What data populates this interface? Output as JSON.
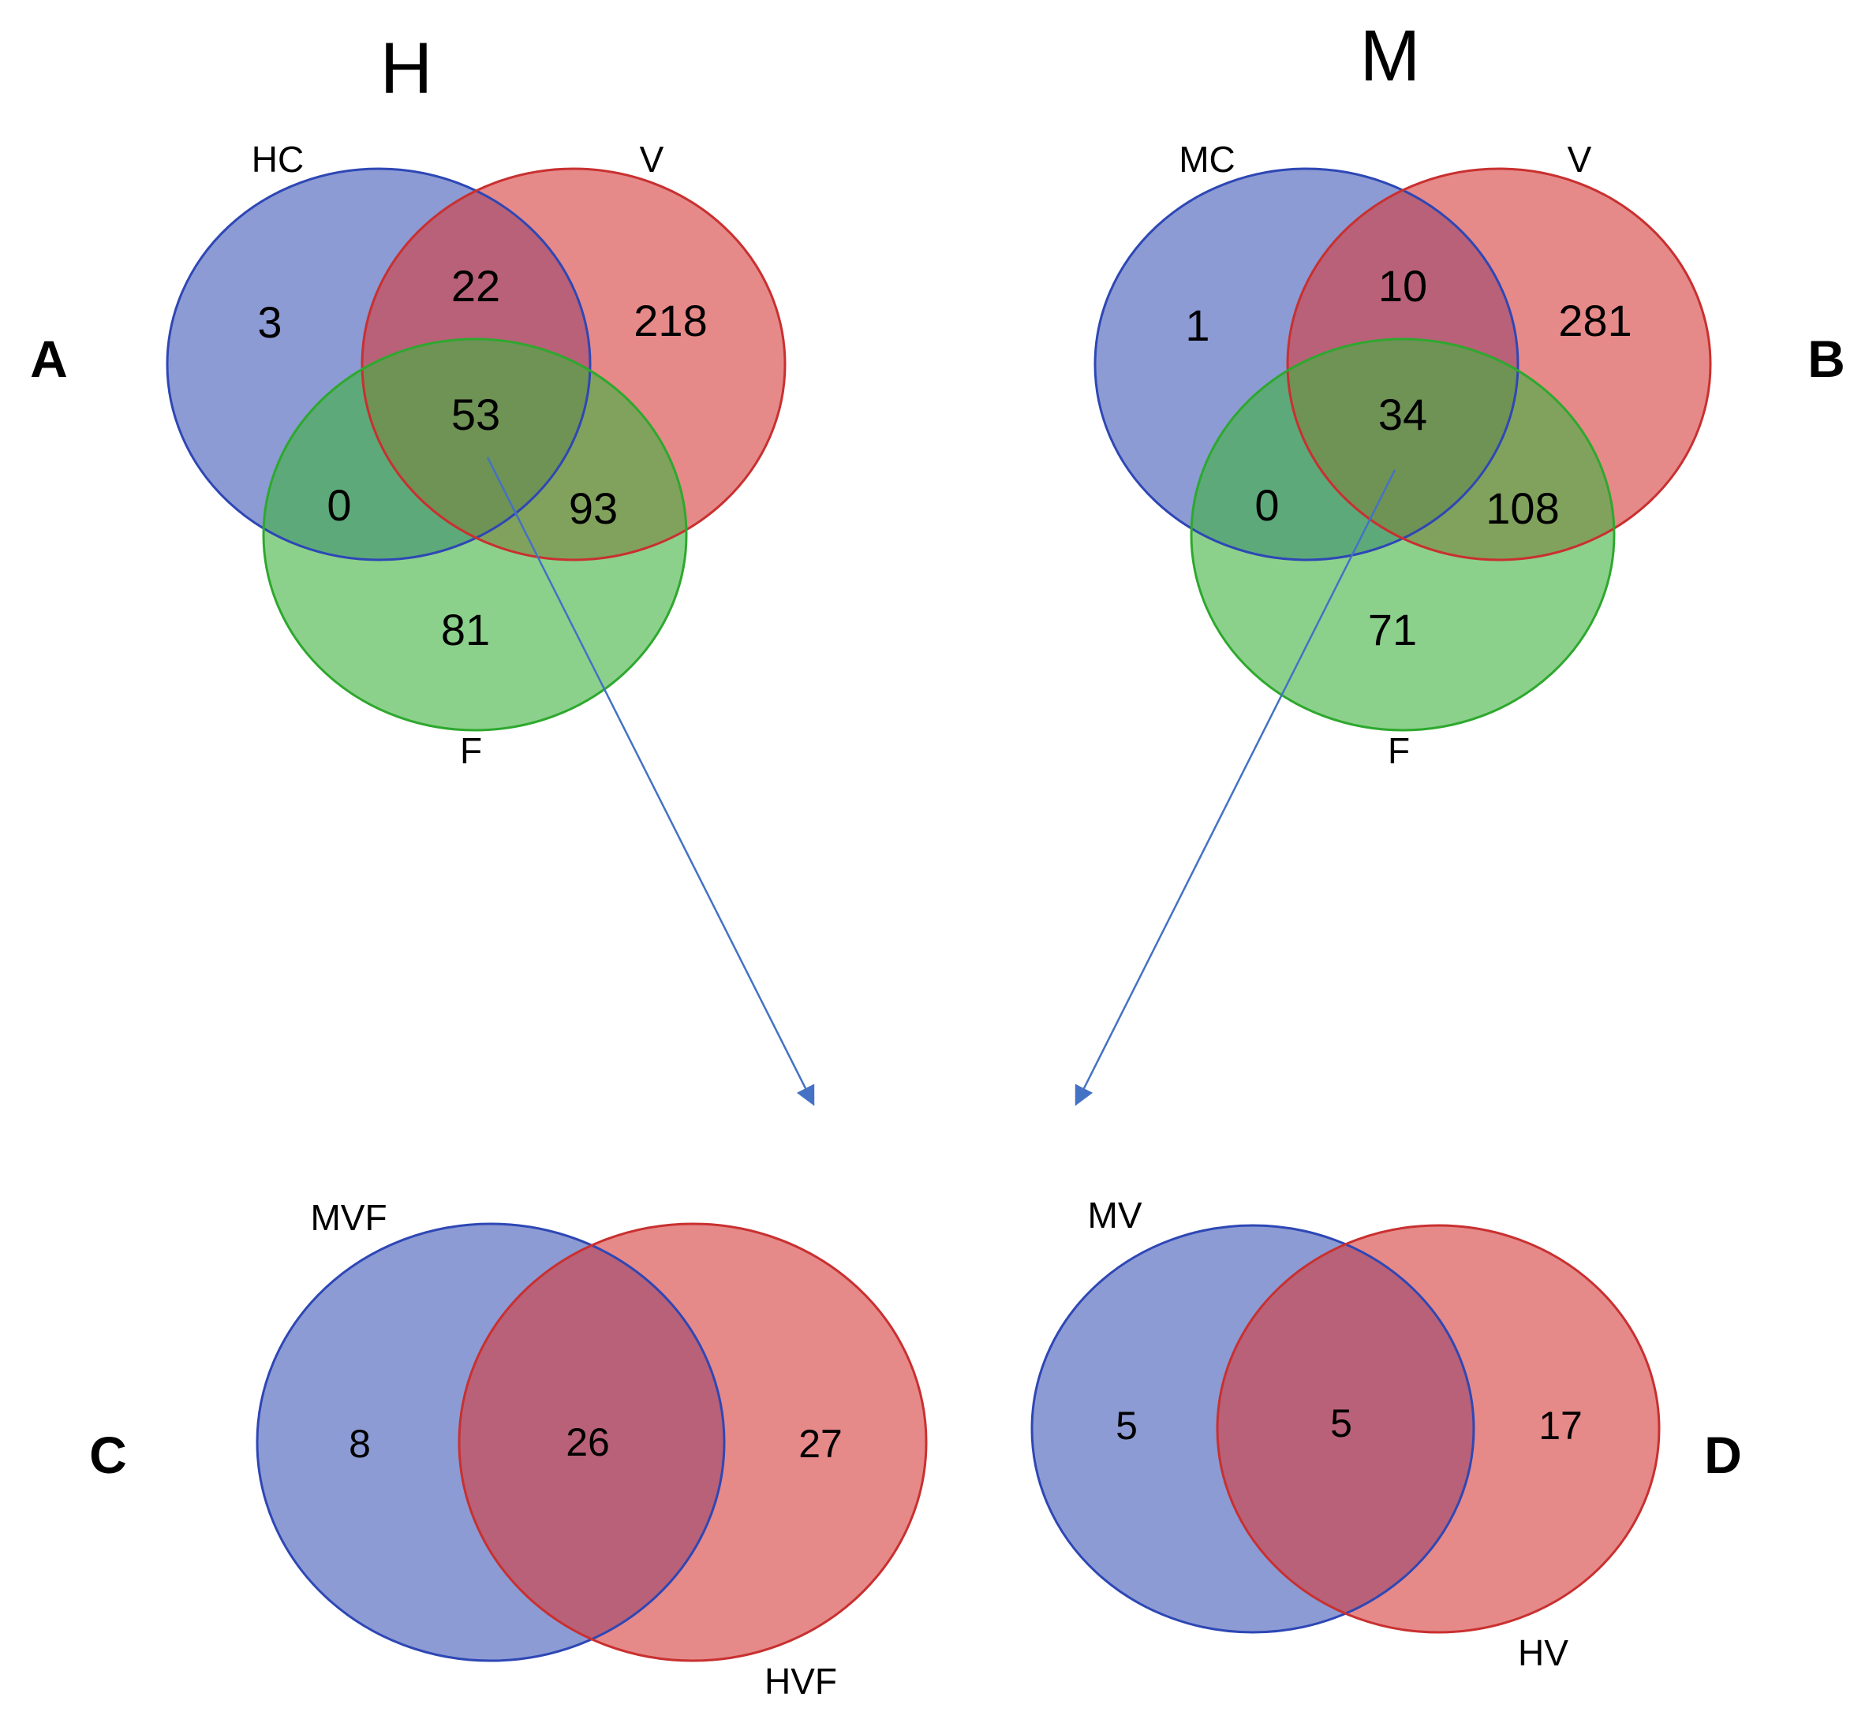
{
  "colors": {
    "blue_fill": "#3F59B8",
    "blue_stroke": "#2E47B5",
    "red_fill": "#D63B3B",
    "red_stroke": "#C93030",
    "green_fill": "#3DB23D",
    "green_stroke": "#2EA82E",
    "arrow": "#4472C4"
  },
  "panels": [
    {
      "letter": "A",
      "title": "H",
      "set_labels": {
        "blue": "HC",
        "red": "V",
        "green": "F"
      },
      "regions": {
        "blue_only": "3",
        "blue_red": "22",
        "red_only": "218",
        "all_three": "53",
        "blue_green": "0",
        "red_green": "93",
        "green_only": "81"
      }
    },
    {
      "letter": "B",
      "title": "M",
      "set_labels": {
        "blue": "MC",
        "red": "V",
        "green": "F"
      },
      "regions": {
        "blue_only": "1",
        "blue_red": "10",
        "red_only": "281",
        "all_three": "34",
        "blue_green": "0",
        "red_green": "108",
        "green_only": "71"
      }
    },
    {
      "letter": "C",
      "set_labels": {
        "blue": "MVF",
        "red": "HVF"
      },
      "regions": {
        "blue_only": "8",
        "overlap": "26",
        "red_only": "27"
      }
    },
    {
      "letter": "D",
      "set_labels": {
        "blue": "MV",
        "red": "HV"
      },
      "regions": {
        "blue_only": "5",
        "overlap": "5",
        "red_only": "17"
      }
    }
  ]
}
